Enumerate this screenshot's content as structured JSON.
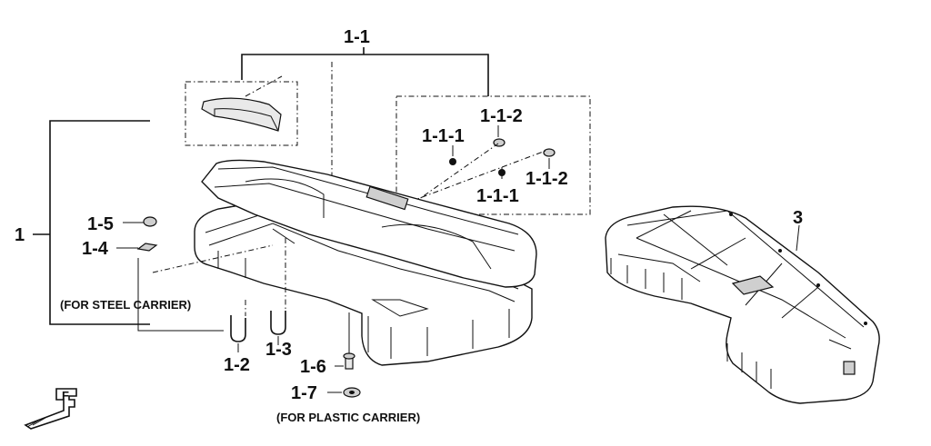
{
  "labels": {
    "assembly": "1",
    "sub_assembly": "1-1",
    "item_1_1_1_upper": "1-1-1",
    "item_1_1_2_upper": "1-1-2",
    "item_1_1_1_lower": "1-1-1",
    "item_1_1_2_lower": "1-1-2",
    "item_1_2": "1-2",
    "item_1_3": "1-3",
    "item_1_4": "1-4",
    "item_1_5": "1-5",
    "item_1_6": "1-6",
    "item_1_7": "1-7",
    "item_3": "3"
  },
  "notes": {
    "steel_carrier": "(FOR STEEL CARRIER)",
    "plastic_carrier": "(FOR PLASTIC CARRIER)"
  },
  "front_indicator": "F"
}
